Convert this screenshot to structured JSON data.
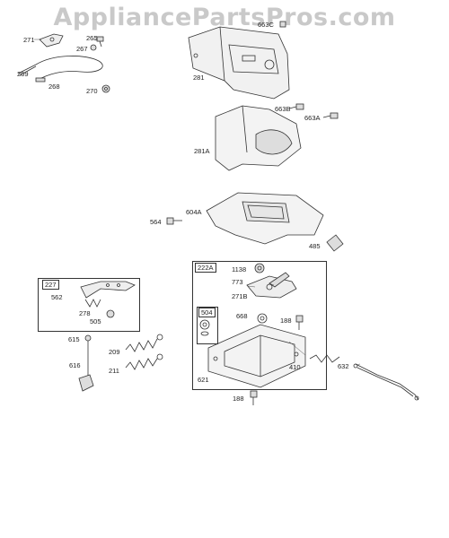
{
  "watermark": "AppliancePartsPros.com",
  "labels": {
    "p271": "271",
    "p265": "265",
    "p267": "267",
    "p269": "269",
    "p268": "268",
    "p270": "270",
    "p663c": "663C",
    "p281": "281",
    "p663b": "663B",
    "p663a": "663A",
    "p281a": "281A",
    "p564": "564",
    "p604a": "604A",
    "p485": "485",
    "p227": "227",
    "p562": "562",
    "p278": "278",
    "p505": "505",
    "p615": "615",
    "p616": "616",
    "p209": "209",
    "p211": "211",
    "p222a": "222A",
    "p1138": "1138",
    "p773": "773",
    "p271b": "271B",
    "p504": "504",
    "p668": "668",
    "p188a": "188",
    "p621": "621",
    "p410": "410",
    "p188b": "188",
    "p632": "632"
  }
}
